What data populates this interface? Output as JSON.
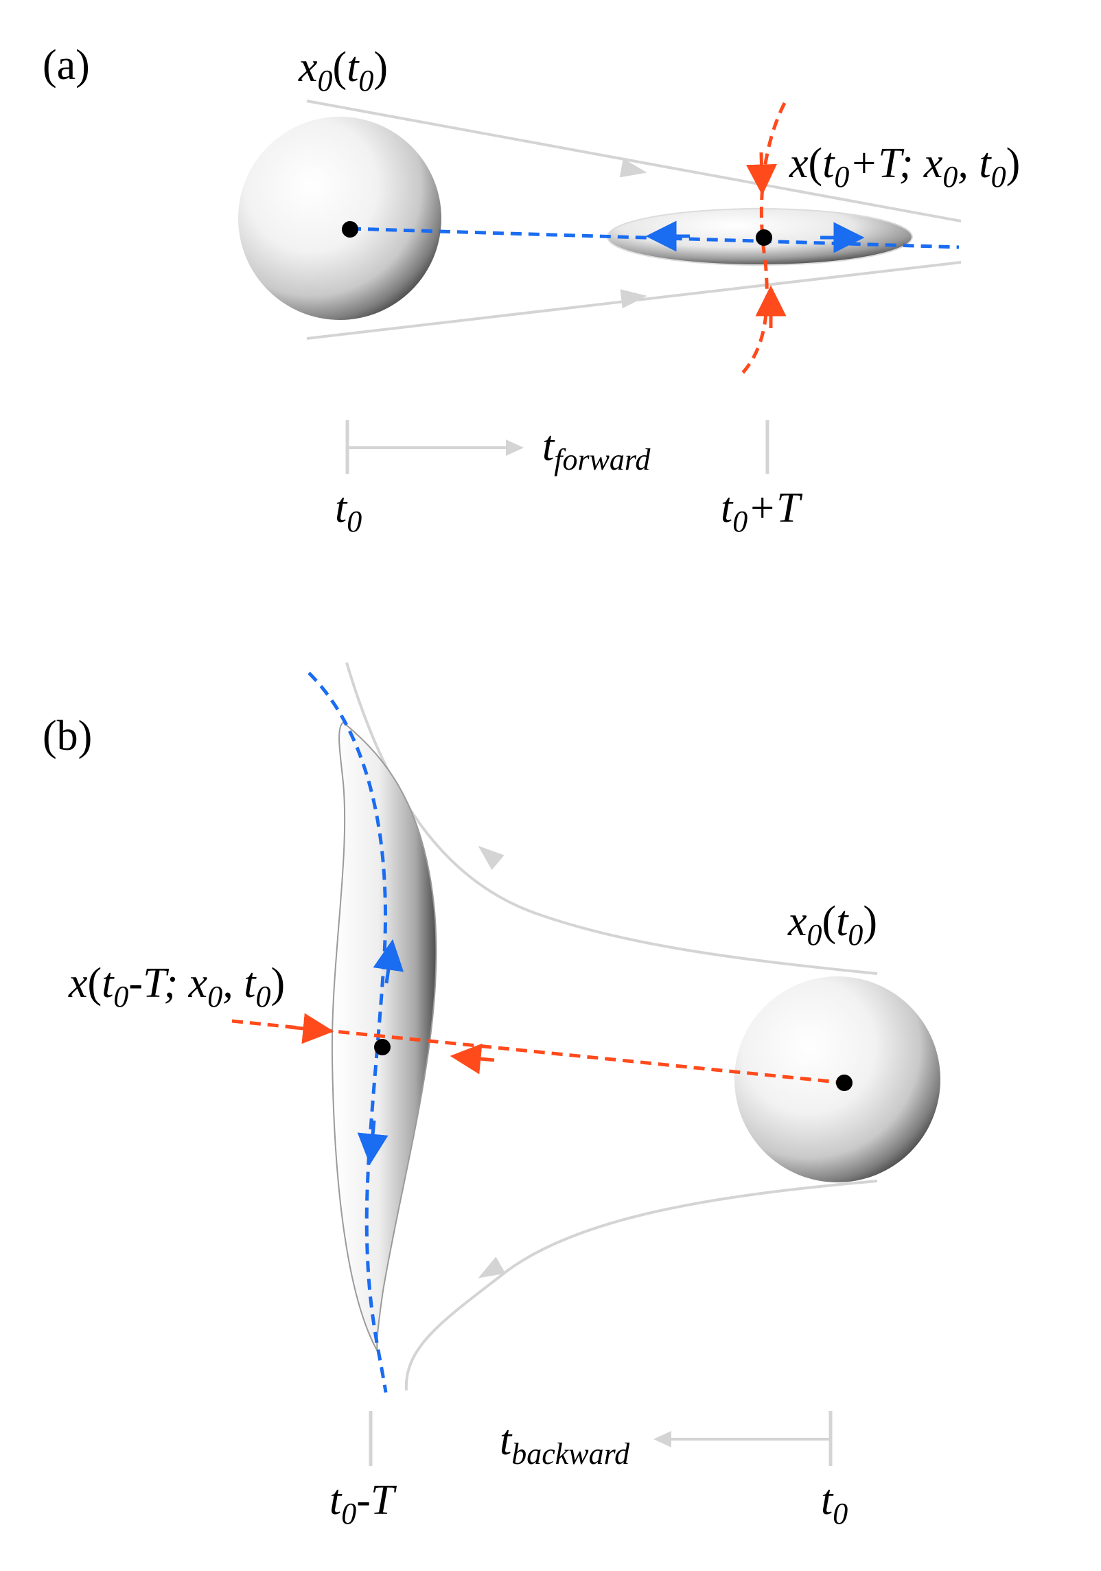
{
  "panel_a": {
    "label": "(a)",
    "initial_point": {
      "base": "x",
      "sub1": "0",
      "open": "(",
      "t": "t",
      "sub2": "0",
      "close": ")"
    },
    "advected_point": {
      "base": "x",
      "open": "(",
      "t": "t",
      "sub_t": "0",
      "plus_T": "+T; ",
      "x": "x",
      "sub_x": "0",
      "comma_t": ", t",
      "sub_t2": "0",
      "close": ")"
    },
    "time_axis": {
      "direction": {
        "base": "t",
        "sub": "forward"
      },
      "start": {
        "base": "t",
        "sub": "0"
      },
      "end": {
        "base": "t",
        "sub": "0",
        "suffix": "+T"
      }
    }
  },
  "panel_b": {
    "label": "(b)",
    "initial_point": {
      "base": "x",
      "sub1": "0",
      "open": "(",
      "t": "t",
      "sub2": "0",
      "close": ")"
    },
    "advected_point": {
      "base": "x",
      "open": "(",
      "t": "t",
      "sub_t": "0",
      "minus_T": "-T; ",
      "x": "x",
      "sub_x": "0",
      "comma_t": ", t",
      "sub_t2": "0",
      "close": ")"
    },
    "time_axis": {
      "direction": {
        "base": "t",
        "sub": "backward"
      },
      "start": {
        "base": "t",
        "sub": "0"
      },
      "end": {
        "base": "t",
        "sub": "0",
        "suffix": "-T"
      }
    }
  },
  "colors": {
    "stable_manifold": "#ff4a1c",
    "unstable_manifold": "#1a6cf0",
    "flow_lines": "#d4d4d4",
    "points": "#000000"
  }
}
